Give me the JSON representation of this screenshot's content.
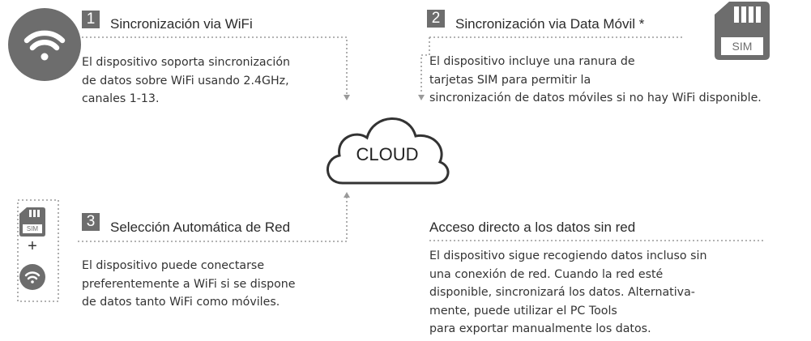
{
  "wifi_section": {
    "number": "1",
    "title": "Sincronización via WiFi",
    "body": "El dispositivo soporta sincronización\nde datos sobre WiFi usando 2.4GHz,\ncanales 1-13."
  },
  "mobile_section": {
    "number": "2",
    "title": "Sincronización via Data Móvil *",
    "body": "El dispositivo incluye una ranura de\ntarjetas SIM para permitir la\nsincronización de datos móviles si no hay WiFi disponible.",
    "sim_label": "SIM"
  },
  "auto_section": {
    "number": "3",
    "title": "Selección Automática de Red",
    "body": "El dispositivo puede conectarse\npreferentemente a WiFi si se dispone\nde datos tanto WiFi como móviles.",
    "sim_label": "SIM",
    "plus": "+"
  },
  "offline_section": {
    "title": "Acceso directo a los datos sin red",
    "body": "El dispositivo sigue recogiendo datos incluso sin\nuna conexión de red. Cuando la red esté\ndisponible, sincronizará los datos. Alternativa-\nmente, puede utilizar el PC Tools\npara exportar manualmente los datos."
  },
  "cloud": {
    "label": "CLOUD"
  },
  "icons": [
    "wifi-icon",
    "sim-card-icon",
    "cloud-icon"
  ],
  "colors": {
    "icon_gray": "#6d6d6d",
    "dotted_line": "#9a9a9a",
    "text": "#2b2b2b"
  }
}
